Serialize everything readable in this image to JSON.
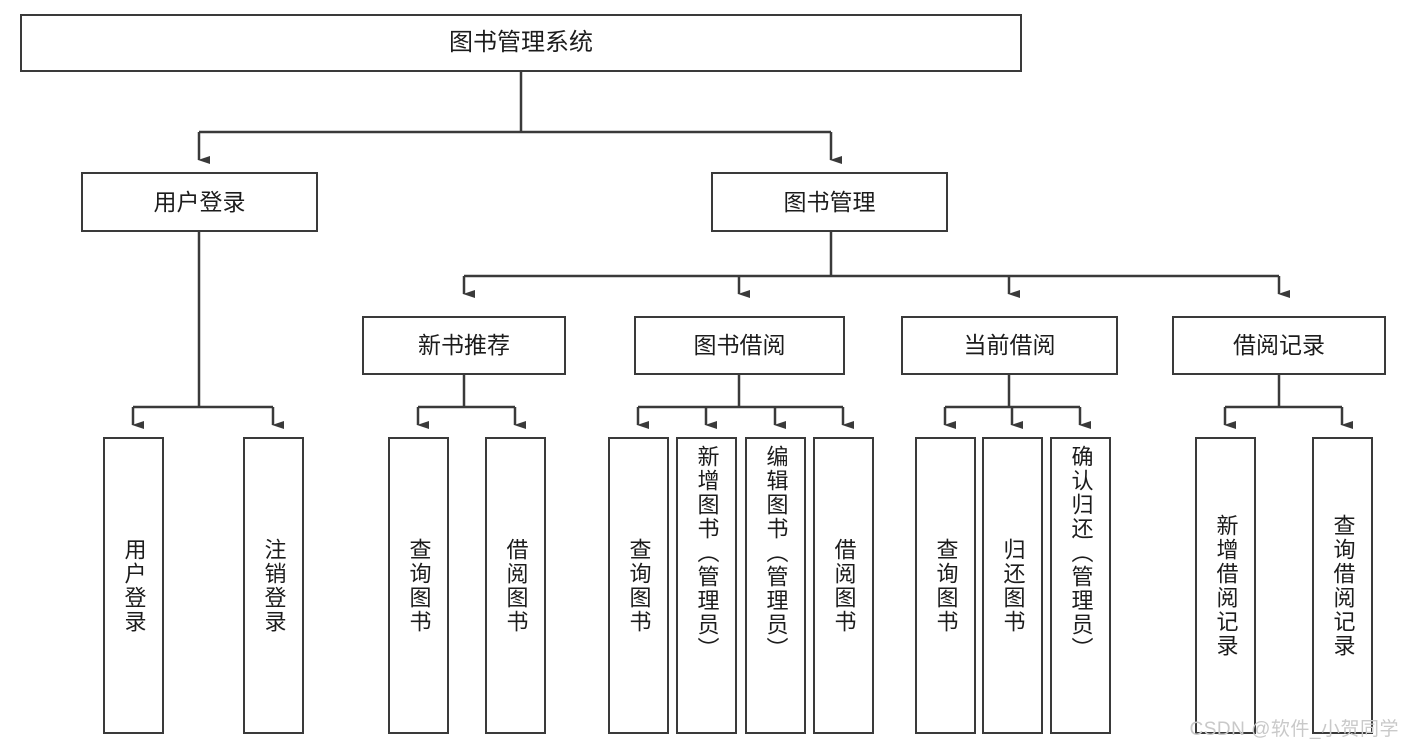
{
  "diagram": {
    "title": "图书管理系统",
    "type": "tree",
    "style": {
      "box_border_color": "#3a3a3a",
      "box_fill": "#ffffff",
      "line_color": "#3a3a3a",
      "text_color": "#1c1c1c",
      "background": "#ffffff",
      "watermark_color": "#c9c9c9"
    },
    "nodes": {
      "root": {
        "label": "图书管理系统",
        "level": 1
      },
      "l2": [
        {
          "label": "用户登录",
          "level": 2
        },
        {
          "label": "图书管理",
          "level": 2
        }
      ],
      "l3": [
        {
          "label": "新书推荐",
          "level": 3
        },
        {
          "label": "图书借阅",
          "level": 3
        },
        {
          "label": "当前借阅",
          "level": 3
        },
        {
          "label": "借阅记录",
          "level": 3
        }
      ],
      "leaves": {
        "user_login": [
          {
            "label": "用户登录"
          },
          {
            "label": "注销登录"
          }
        ],
        "new_book_recommend": [
          {
            "label": "查询图书"
          },
          {
            "label": "借阅图书"
          }
        ],
        "book_borrow": [
          {
            "label": "查询图书"
          },
          {
            "label": "新增图书（管理员）"
          },
          {
            "label": "编辑图书（管理员）"
          },
          {
            "label": "借阅图书"
          }
        ],
        "current_borrow": [
          {
            "label": "查询图书"
          },
          {
            "label": "归还图书"
          },
          {
            "label": "确认归还（管理员）"
          }
        ],
        "borrow_record": [
          {
            "label": "新增借阅记录"
          },
          {
            "label": "查询借阅记录"
          }
        ]
      }
    },
    "watermark": "CSDN @软件_小贺同学"
  }
}
